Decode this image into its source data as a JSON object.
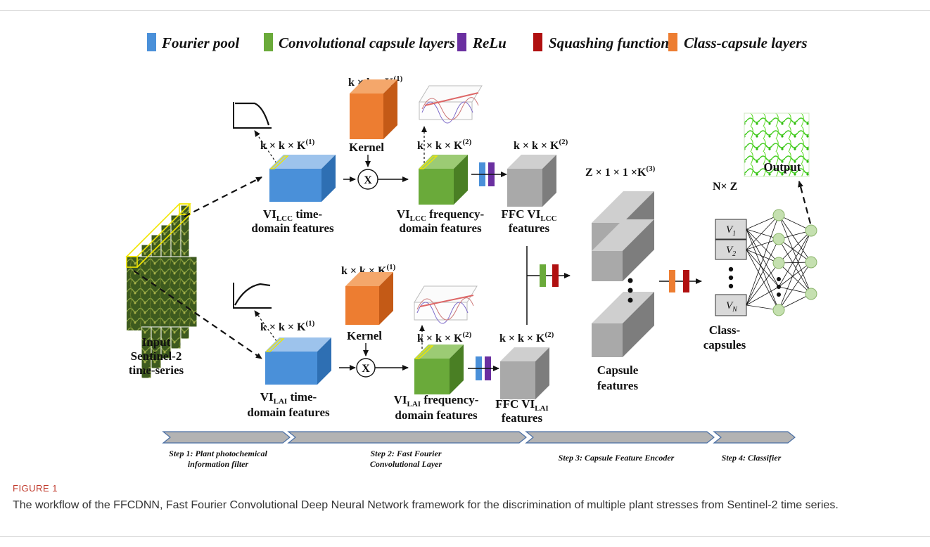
{
  "legend": [
    {
      "label": "Fourier pool",
      "color": "#4a90d9"
    },
    {
      "label": "Convolutional capsule layers",
      "color": "#6aaa3a"
    },
    {
      "label": "ReLu",
      "color": "#6a2fa0"
    },
    {
      "label": "Squashing function",
      "color": "#b01010"
    },
    {
      "label": "Class-capsule layers",
      "color": "#ed7d31"
    }
  ],
  "input": {
    "line1": "Input",
    "line2": "Sentinel-2",
    "line3": "time-series"
  },
  "dims": {
    "k1": "k × k × K",
    "k1_sup": "(1)",
    "k2_sup": "(2)",
    "z": "Z × 1 × 1 ×K",
    "z_sup": "(3)",
    "nz": "N× Z"
  },
  "top": {
    "vi_a": "VI",
    "vi_sub": "LCC",
    "vi_b": " time-",
    "vi_line2": "domain features",
    "kernel": "Kernel",
    "mult": "X",
    "freq_a": "VI",
    "freq_sub": "LCC",
    "freq_b": " frequency-",
    "freq_line2": "domain features",
    "ffc_a": "FFC  VI",
    "ffc_sub": "LCC",
    "ffc_line2": "features"
  },
  "bottom": {
    "vi_a": "VI",
    "vi_sub": "LAI",
    "vi_b": " time-",
    "vi_line2": "domain features",
    "kernel": "Kernel",
    "mult": "X",
    "freq_a": "VI",
    "freq_sub": "LAI",
    "freq_b": " frequency-",
    "freq_line2": "domain features",
    "ffc_a": "FFC VI",
    "ffc_sub": "LAI",
    "ffc_line2": "features"
  },
  "capsule": {
    "line1": "Capsule",
    "line2": "features"
  },
  "classcaps": {
    "v1": "V",
    "v1_sub": "1",
    "v2": "V",
    "v2_sub": "2",
    "vn": "V",
    "vn_sub": "N",
    "line1": "Class-",
    "line2": "capsules"
  },
  "output": "Output",
  "steps": [
    {
      "line1": "Step 1: Plant photochemical",
      "line2": "information filter"
    },
    {
      "line1": "Step 2: Fast Fourier",
      "line2": "Convolutional Layer"
    },
    {
      "line1": "Step 3: Capsule Feature Encoder",
      "line2": ""
    },
    {
      "line1": "Step 4: Classifier",
      "line2": ""
    }
  ],
  "caption": {
    "label": "FIGURE 1",
    "text": "The workflow of the FFCDNN, Fast Fourier Convolutional Deep Neural Network framework for the discrimination of multiple plant stresses from Sentinel-2 time series."
  }
}
